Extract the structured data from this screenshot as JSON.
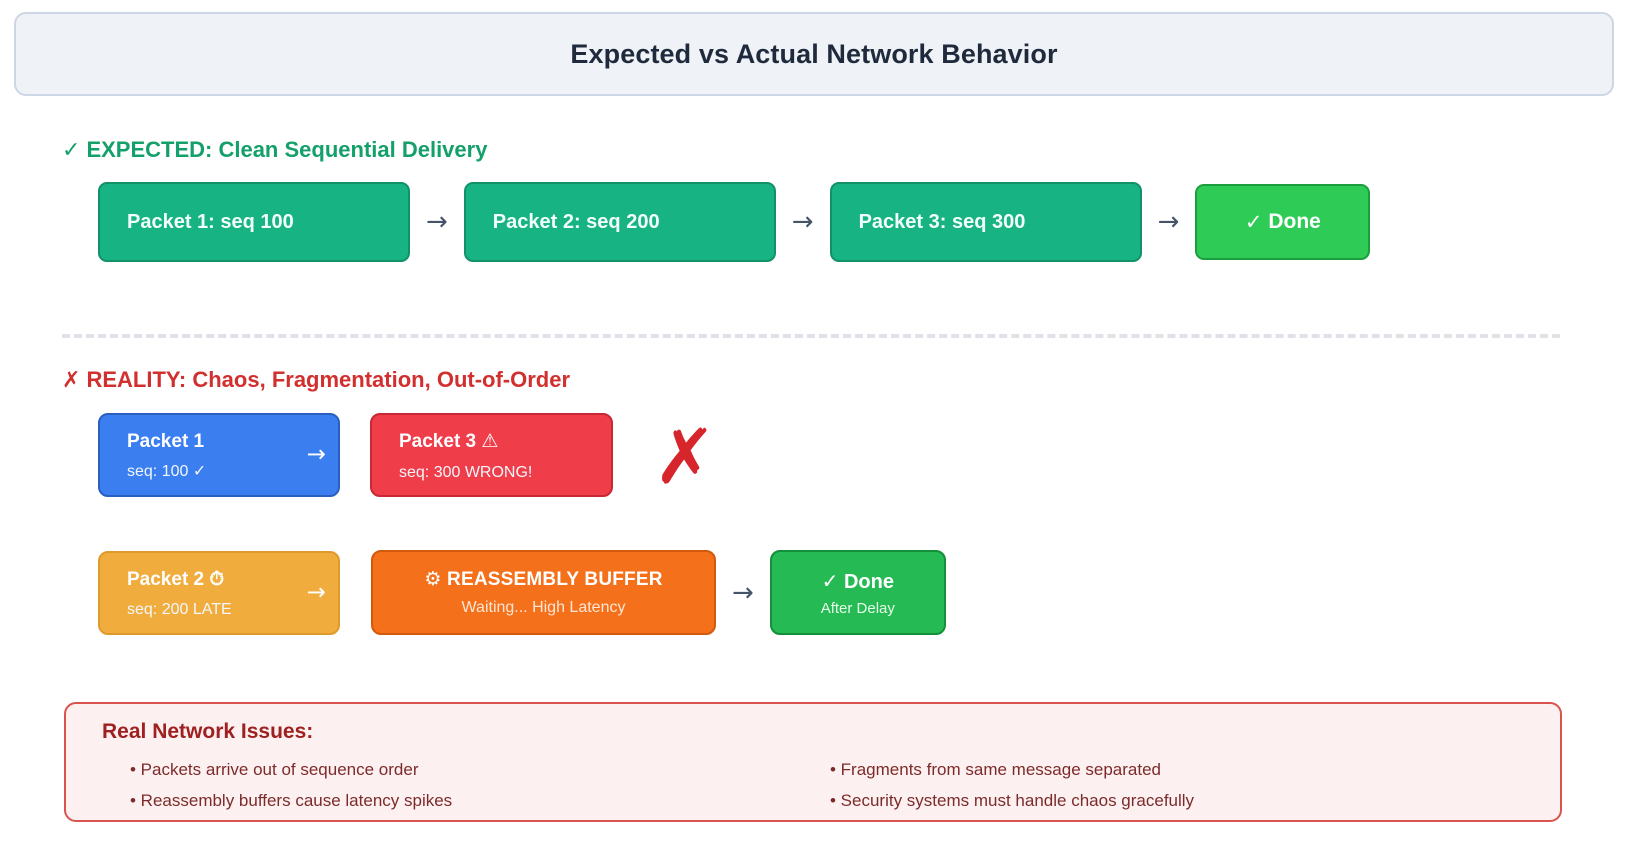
{
  "header": {
    "title": "Expected vs Actual Network Behavior"
  },
  "expected": {
    "mark": "✓",
    "heading": "EXPECTED: Clean Sequential Delivery",
    "arrow": "→",
    "packets": [
      {
        "label": "Packet 1: seq 100"
      },
      {
        "label": "Packet 2: seq 200"
      },
      {
        "label": "Packet 3: seq 300"
      }
    ],
    "done": {
      "mark": "✓",
      "label": "Done"
    }
  },
  "reality": {
    "mark": "✗",
    "heading": "REALITY: Chaos, Fragmentation, Out-of-Order",
    "arrow": "→",
    "inline_arrow": "→",
    "big_x": "✗",
    "row1": [
      {
        "title": "Packet 1",
        "icon": "",
        "sub": "seq: 100 ✓",
        "color": "#3b7ef0",
        "border": "#2a5fbf"
      },
      {
        "title": "Packet 3",
        "icon": "⚠",
        "sub": "seq: 300 WRONG!",
        "color": "#ef3d4a",
        "border": "#c72834"
      }
    ],
    "row2": {
      "packet": {
        "title": "Packet 2",
        "icon": "⏱",
        "sub": "seq: 200 LATE",
        "color": "#f0ad3e",
        "border": "#e09a2c"
      },
      "buffer": {
        "icon": "⚙",
        "title": "REASSEMBLY BUFFER",
        "sub": "Waiting... High Latency",
        "color": "#f4701b",
        "border": "#d25a0d"
      },
      "done": {
        "mark": "✓",
        "title": "Done",
        "sub": "After Delay",
        "color": "#25ba53",
        "border": "#14903a"
      }
    }
  },
  "issues": {
    "title": "Real Network Issues:",
    "left": [
      "• Packets arrive out of sequence order",
      "• Reassembly buffers cause latency spikes"
    ],
    "right": [
      "• Fragments from same message separated",
      "• Security systems must handle chaos gracefully"
    ]
  },
  "colors": {
    "expected_green": "#14a06a",
    "reality_red": "#d22f2f",
    "header_bg": "#eff2f7",
    "issues_border": "#d9534f"
  }
}
